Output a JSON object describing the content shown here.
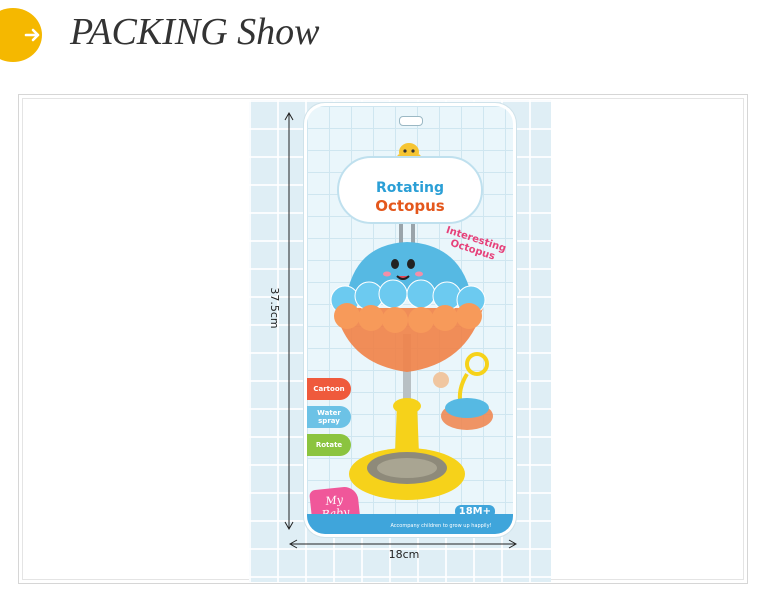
{
  "header": {
    "title": "PACKING Show",
    "badge_icon": "arrow-right-icon",
    "badge_color": "#f5b800"
  },
  "product": {
    "title_line1": "Rotating",
    "title_line2": "Octopus",
    "tagline_line1": "Interesting",
    "tagline_line2": "Octopus",
    "features": [
      "Cartoon",
      "Water spray",
      "Rotate"
    ],
    "brand": "My Baby",
    "age": "18M+",
    "slogan": "Accompany children to grow up happily!"
  },
  "dimensions": {
    "height": "37.5cm",
    "width": "18cm"
  },
  "colors": {
    "title_blue": "#2b9fd6",
    "title_orange": "#e4571c",
    "octopus_blue": "#56b9e3",
    "cup_orange": "#f0834a",
    "stand_yellow": "#f6d21a"
  }
}
